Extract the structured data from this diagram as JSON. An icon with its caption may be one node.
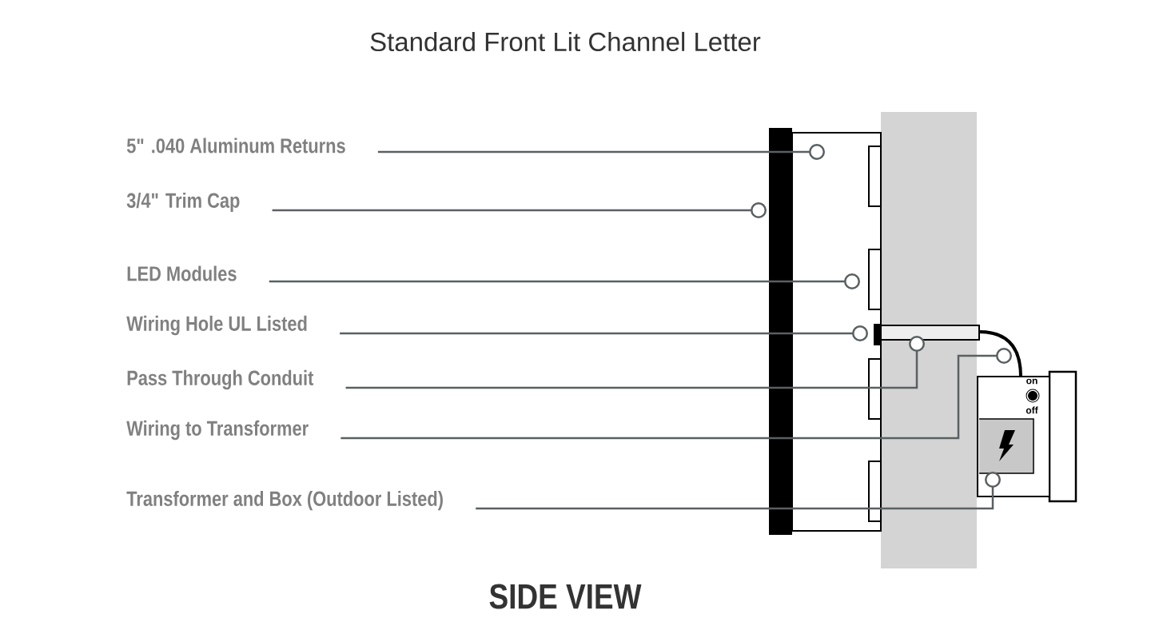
{
  "diagram": {
    "title": "Standard Front Lit Channel Letter",
    "caption": "SIDE VIEW",
    "nodes": [
      {
        "text": [
          "5\" .040 Aluminum Returns"
        ]
      },
      {
        "text": [
          "3/4\" Trim Cap"
        ]
      },
      {
        "text": [
          "LED Modules"
        ]
      },
      {
        "text": [
          "Wiring Hole UL Listed"
        ]
      },
      {
        "text": [
          "Pass Through Conduit"
        ]
      },
      {
        "text": [
          "Wiring to Transformer"
        ]
      },
      {
        "text": [
          "Transformer and Box (Outdoor Listed)"
        ]
      },
      {
        "text": [],
        "shape": "box"
      },
      {
        "text": [],
        "shape": "bar"
      },
      {
        "text": [],
        "shape": "box",
        "in": 7
      },
      {
        "text": [],
        "shape": "box",
        "in": 7
      },
      {
        "text": [],
        "shape": "box",
        "in": 7
      },
      {
        "text": [],
        "shape": "box",
        "in": 7
      },
      {
        "text": [],
        "shape": "bar",
        "in": 7
      },
      {
        "text": [],
        "shape": "box"
      },
      {
        "text": [],
        "shape": "curve"
      },
      {
        "text": [],
        "shape": "box"
      }
    ],
    "edges": [
      {
        "from": 0,
        "to": 7,
        "arrow": "other"
      },
      {
        "from": 1,
        "to": 8,
        "arrow": "other"
      },
      {
        "from": 2,
        "to": 10,
        "arrow": "other"
      },
      {
        "from": 3,
        "to": 13,
        "arrow": "other"
      },
      {
        "from": 4,
        "to": 14,
        "arrow": "other"
      },
      {
        "from": 5,
        "to": 15,
        "arrow": "other"
      },
      {
        "from": 6,
        "to": 16,
        "arrow": "other"
      }
    ],
    "labels": [
      "on",
      "off"
    ]
  }
}
